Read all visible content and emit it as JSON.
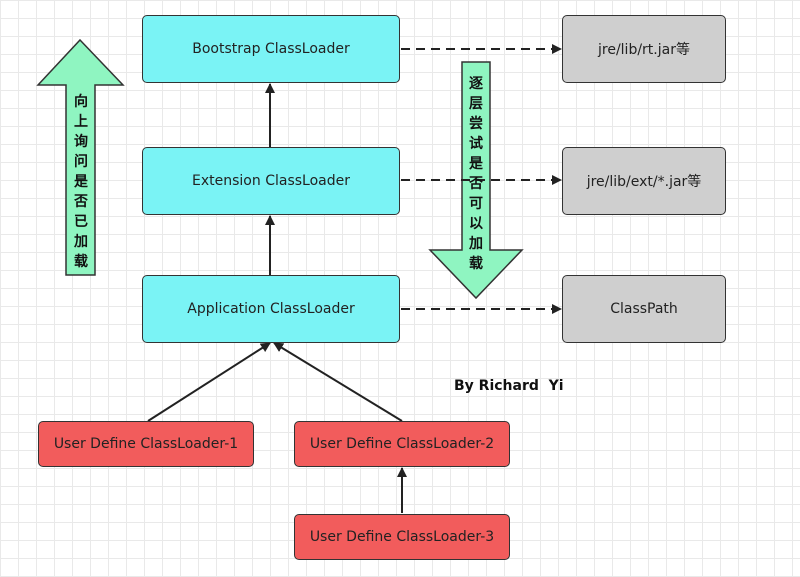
{
  "nodes": {
    "bootstrap": "Bootstrap ClassLoader",
    "extension": "Extension ClassLoader",
    "application": "Application ClassLoader",
    "user1": "User Define ClassLoader-1",
    "user2": "User Define ClassLoader-2",
    "user3": "User Define ClassLoader-3"
  },
  "paths": {
    "rt": "jre/lib/rt.jar等",
    "ext": "jre/lib/ext/*.jar等",
    "classpath": "ClassPath"
  },
  "arrows": {
    "up_label": "向上询问是否已加载",
    "down_label": "逐层尝试是否可以加载"
  },
  "author": "By Richard  Yi",
  "colors": {
    "loader": "#7af3f5",
    "path": "#cfcfcf",
    "user": "#f25c5c",
    "direction_arrow": "#8ff5c1"
  }
}
